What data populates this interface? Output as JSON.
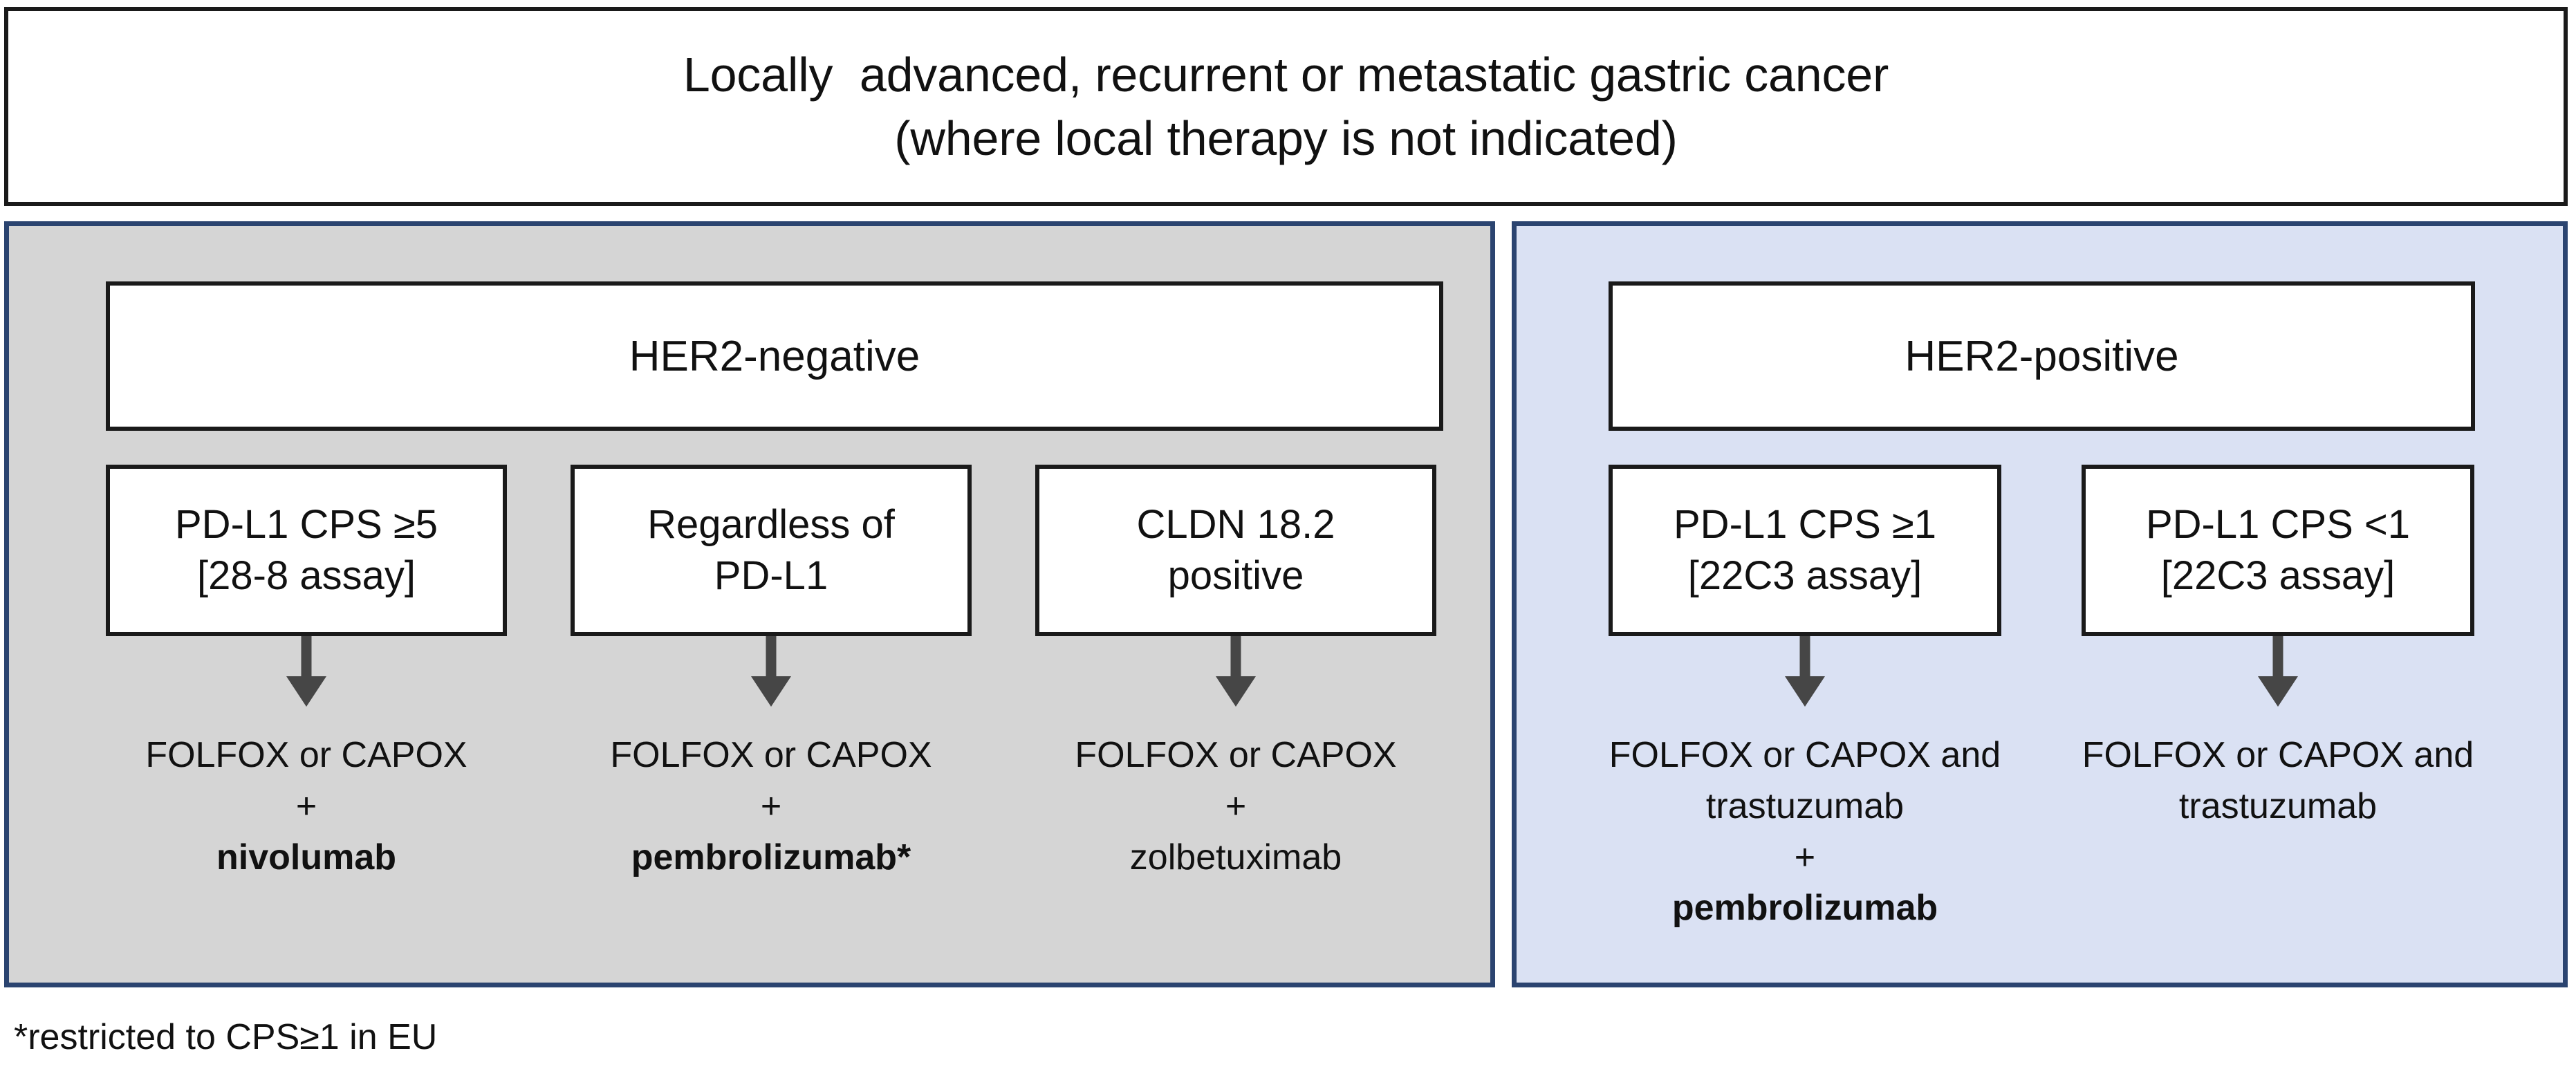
{
  "header": {
    "line1": "Locally  advanced, recurrent or metastatic gastric cancer",
    "line2": "(where local therapy is not indicated)"
  },
  "footnote": "*restricted to CPS≥1 in EU",
  "colors": {
    "her2_negative_panel": "#d5d5d5",
    "her2_positive_panel": "#dae1f3",
    "panel_border": "#2b4470",
    "box_border": "#1a1a1a",
    "arrow": "#464646",
    "text": "#111111"
  },
  "panels": [
    {
      "id": "her2-negative",
      "title": "HER2-negative",
      "columns": [
        {
          "id": "pdl1-cps-5",
          "criteria": [
            "PD-L1 CPS ≥5",
            "[28-8 assay]"
          ],
          "arrow_icon": "down-arrow-icon",
          "treatment": [
            {
              "text": "FOLFOX or CAPOX",
              "bold": false
            },
            {
              "text": "+",
              "bold": false
            },
            {
              "text": "nivolumab",
              "bold": true
            }
          ]
        },
        {
          "id": "regardless-pdl1",
          "criteria": [
            "Regardless of",
            "PD-L1"
          ],
          "arrow_icon": "down-arrow-icon",
          "treatment": [
            {
              "text": "FOLFOX or CAPOX",
              "bold": false
            },
            {
              "text": "+",
              "bold": false
            },
            {
              "text": "pembrolizumab*",
              "bold": true
            }
          ]
        },
        {
          "id": "cldn-18-2",
          "criteria": [
            "CLDN 18.2",
            "positive"
          ],
          "arrow_icon": "down-arrow-icon",
          "treatment": [
            {
              "text": "FOLFOX or CAPOX",
              "bold": false
            },
            {
              "text": "+",
              "bold": false
            },
            {
              "text": "zolbetuximab",
              "bold": false
            }
          ]
        }
      ]
    },
    {
      "id": "her2-positive",
      "title": "HER2-positive",
      "columns": [
        {
          "id": "pdl1-cps-ge1",
          "criteria": [
            "PD-L1 CPS ≥1",
            "[22C3 assay]"
          ],
          "arrow_icon": "down-arrow-icon",
          "treatment": [
            {
              "text": "FOLFOX or CAPOX and",
              "bold": false
            },
            {
              "text": "trastuzumab",
              "bold": false
            },
            {
              "text": "+",
              "bold": false
            },
            {
              "text": "pembrolizumab",
              "bold": true
            }
          ]
        },
        {
          "id": "pdl1-cps-lt1",
          "criteria": [
            "PD-L1 CPS <1",
            "[22C3 assay]"
          ],
          "arrow_icon": "down-arrow-icon",
          "treatment": [
            {
              "text": "FOLFOX or CAPOX and",
              "bold": false
            },
            {
              "text": "trastuzumab",
              "bold": false
            }
          ]
        }
      ]
    }
  ]
}
